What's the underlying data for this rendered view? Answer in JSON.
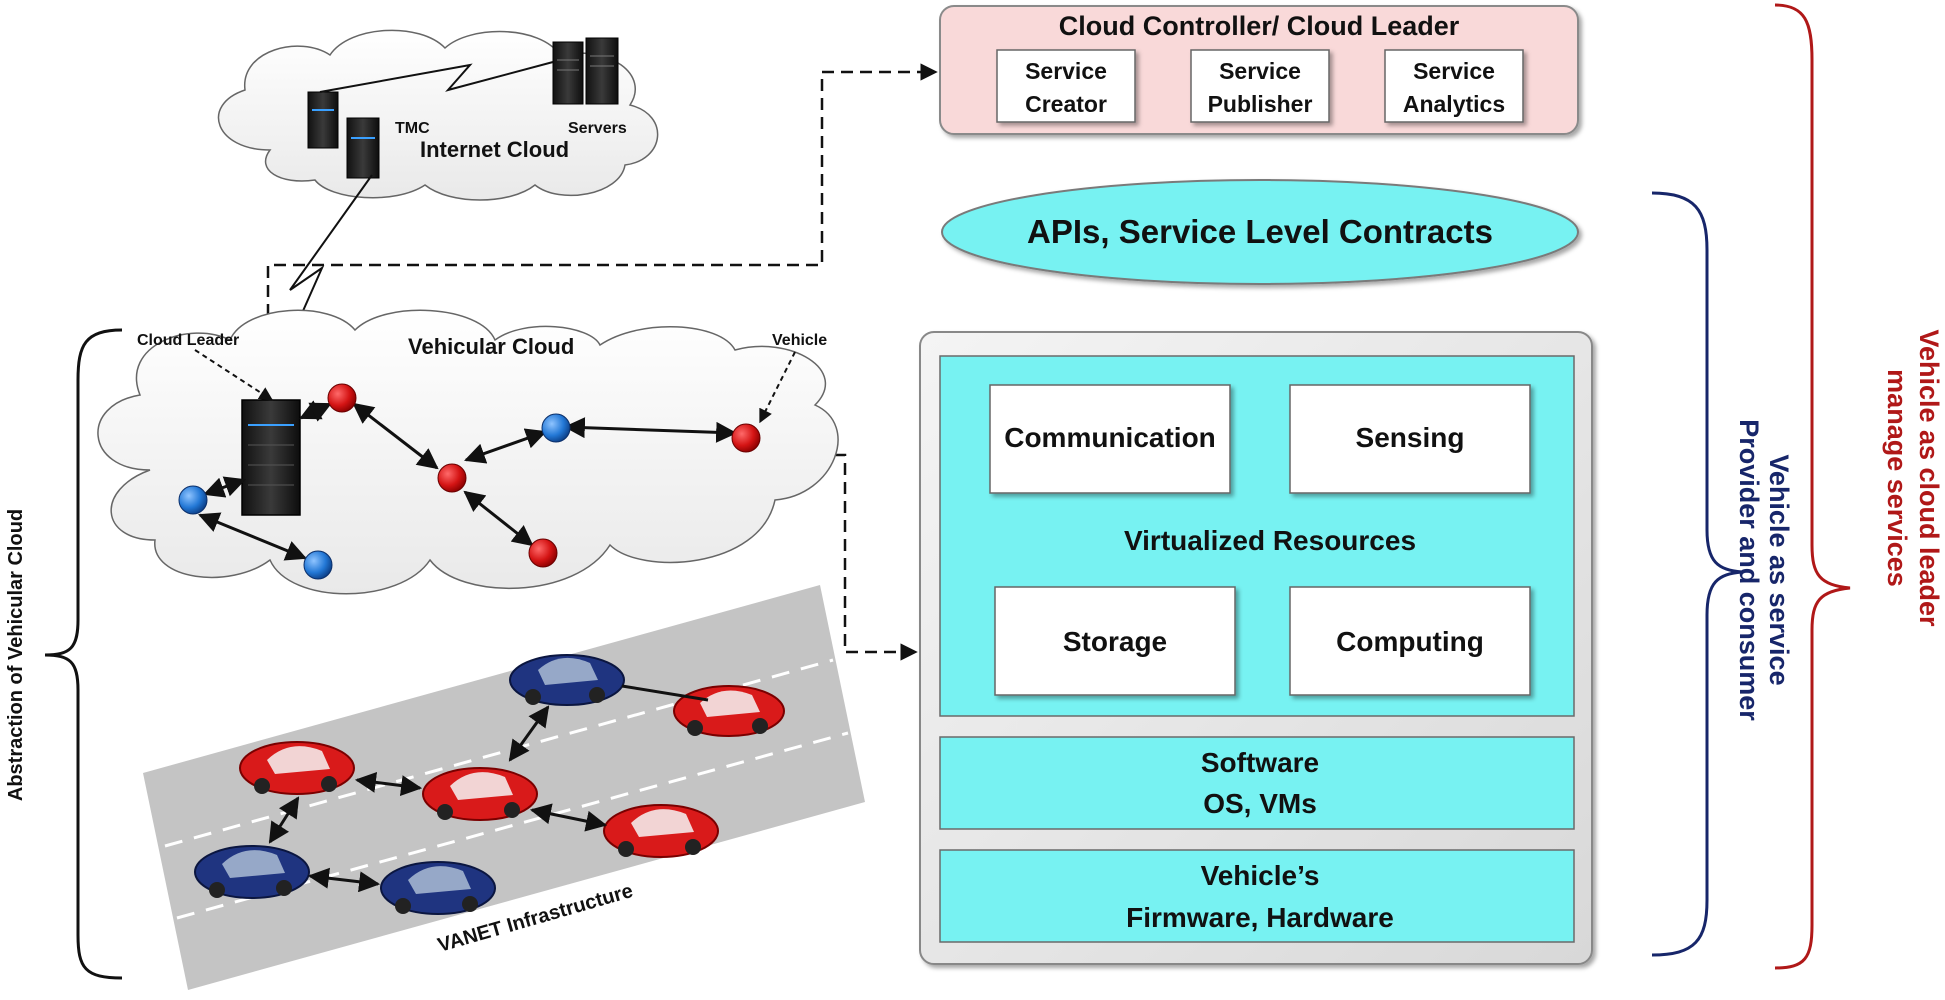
{
  "cloud_controller": {
    "title": "Cloud Controller/ Cloud Leader",
    "services": [
      {
        "line1": "Service",
        "line2": "Creator"
      },
      {
        "line1": "Service",
        "line2": "Publisher"
      },
      {
        "line1": "Service",
        "line2": "Analytics"
      }
    ]
  },
  "api_label": "APIs, Service Level Contracts",
  "resources": {
    "communication": "Communication",
    "sensing": "Sensing",
    "virtualized": "Virtualized Resources",
    "storage": "Storage",
    "computing": "Computing"
  },
  "software": {
    "line1": "Software",
    "line2": "OS, VMs"
  },
  "hardware": {
    "line1": "Vehicle’s",
    "line2": "Firmware, Hardware"
  },
  "internet_cloud": {
    "label": "Internet Cloud",
    "tmc": "TMC",
    "servers": "Servers"
  },
  "vehicular_cloud": {
    "label": "Vehicular Cloud",
    "cloud_leader": "Cloud Leader",
    "vehicle": "Vehicle"
  },
  "vanet_label": "VANET Infrastructure",
  "braces": {
    "left": "Abstraction of Vehicular Cloud",
    "blue_line1": "Vehicle as service",
    "blue_line2": "Provider and consumer",
    "red_line1": "Vehicle as cloud leader",
    "red_line2": "manage services"
  },
  "colors": {
    "cyan": "#77f2f2",
    "pink": "#f9d9d9",
    "red_node": "#cc1111",
    "blue_node": "#1f6fc2",
    "navy": "#17266a",
    "dark_red": "#b01818"
  }
}
